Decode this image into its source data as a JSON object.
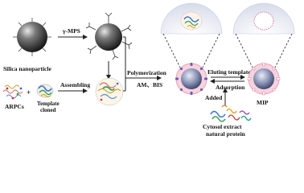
{
  "labels": {
    "silica": "Silica nanoparticle",
    "gamma_mps": "γ-MPS",
    "arpcs": "ARPCs",
    "plus": "+",
    "template_line1": "Template",
    "template_line2": "cloned",
    "assembling": "Assembling",
    "polymerization": "Polymerization",
    "am_bis": "AM、BIS",
    "eluting": "Eluting templates",
    "adsorption": "Adsorption",
    "added": "Added",
    "mip": "MIP",
    "cytosol": "Cytosol extract",
    "natural": "natural protein"
  },
  "colors": {
    "sphere_dark": "#1a1a1a",
    "sphere_light": "#9a9a9a",
    "dome": "#dfe3ef",
    "pink_ring": "#f0b6c8",
    "arpc_tail": "#c9a23a",
    "arrow": "#222222"
  }
}
